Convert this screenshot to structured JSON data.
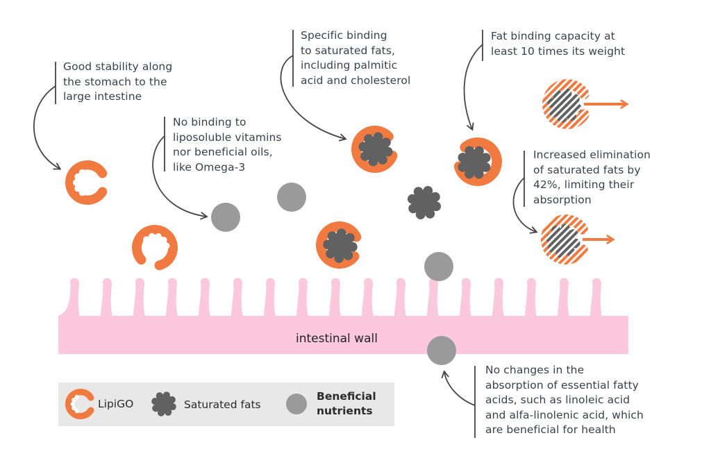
{
  "colors": {
    "lipigo": "#f07a40",
    "saturated_fat": "#616161",
    "beneficial_nutrient": "#9a9a9a",
    "intestinal_wall": "#fcc8dc",
    "legend_bg": "#e8e8e8",
    "text": "#3a3f4a",
    "arrow": "#444444"
  },
  "callouts": [
    {
      "id": "stability",
      "lines": [
        "Good stability along",
        "the stomach to the",
        "large intestine"
      ]
    },
    {
      "id": "no-vitamin-binding",
      "lines": [
        "No binding to",
        "liposoluble vitamins",
        "nor beneficial oils,",
        "like Omega-3"
      ]
    },
    {
      "id": "specific-binding",
      "lines": [
        "Specific binding",
        "to saturated fats,",
        "including palmitic",
        "acid and cholesterol"
      ]
    },
    {
      "id": "binding-capacity",
      "lines": [
        "Fat binding capacity at",
        "least 10 times its weight"
      ]
    },
    {
      "id": "elimination",
      "lines": [
        "Increased elimination",
        "of saturated fats by",
        "42%, limiting their",
        "absorption"
      ]
    },
    {
      "id": "essential-fatty-acids",
      "lines": [
        "No changes in the",
        "absorption of essential fatty",
        "acids, such as linoleic acid",
        "and alfa-linolenic acid, which",
        "are beneficial for health"
      ]
    }
  ],
  "intestinal_wall": {
    "label": "intestinal wall"
  },
  "legend": {
    "items": [
      {
        "icon": "lipigo-icon",
        "label": "LipiGO"
      },
      {
        "icon": "saturated-fat-icon",
        "label": "Saturated fats"
      },
      {
        "icon": "beneficial-nutrient-icon",
        "label_line1": "Beneficial",
        "label_line2": "nutrients"
      }
    ]
  },
  "stats": {
    "elimination_increase_percent": 42,
    "binding_capacity_multiplier": 10
  }
}
